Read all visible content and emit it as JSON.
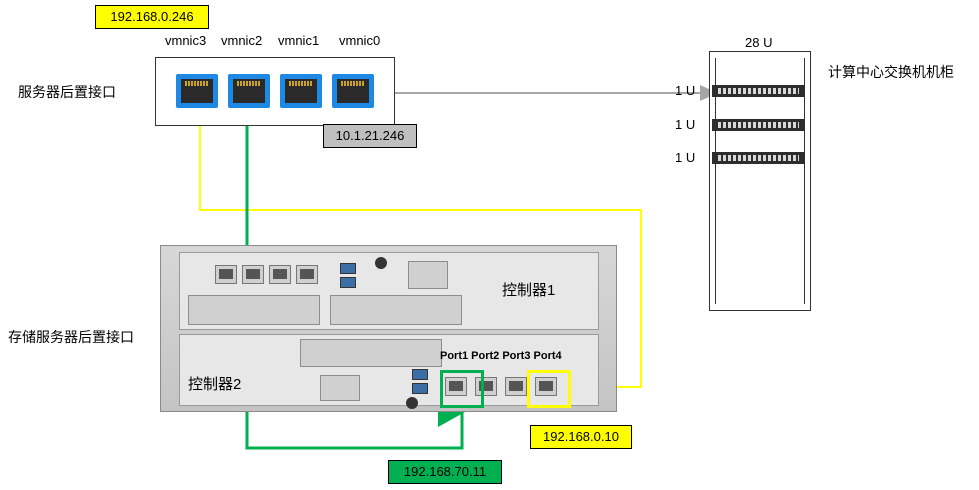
{
  "labels": {
    "server_back": "服务器后置接口",
    "storage_back": "存储服务器后置接口",
    "rack_title": "计算中心交换机机柜",
    "rack_size": "28 U",
    "rack_unit_1": "1 U",
    "rack_unit_2": "1 U",
    "rack_unit_3": "1 U",
    "controller1": "控制器1",
    "controller2": "控制器2"
  },
  "nics": [
    "vmnic3",
    "vmnic2",
    "vmnic1",
    "vmnic0"
  ],
  "ports": "Port1 Port2 Port3 Port4",
  "ips": {
    "server_vmnic3": "192.168.0.246",
    "server_mgmt": "10.1.21.246",
    "storage_port1": "192.168.70.11",
    "storage_port4": "192.168.0.10"
  },
  "colors": {
    "yellow_link": "#ffff00",
    "green_link": "#00b050",
    "gray_link": "#a6a6a6"
  }
}
